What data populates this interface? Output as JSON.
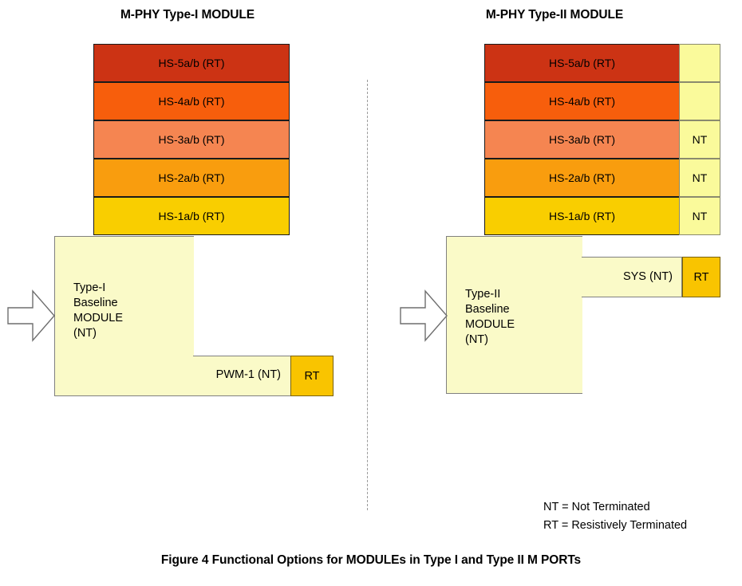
{
  "figure": {
    "caption": "Figure 4 Functional Options for MODULEs in Type I and Type II M PORTs"
  },
  "legend": {
    "nt": "NT = Not Terminated",
    "rt": "RT = Resistively Terminated"
  },
  "modules": {
    "left": {
      "title": "M-PHY Type-I MODULE",
      "baseline_label": "Type-I\nBaseline\nMODULE\n(NT)",
      "extension_label": "PWM-1 (NT)",
      "extension_terminator": "RT",
      "lanes": [
        {
          "label": "HS-5a/b (RT)",
          "color": "#CC3314",
          "side": ""
        },
        {
          "label": "HS-4a/b (RT)",
          "color": "#F75E0C",
          "side": ""
        },
        {
          "label": "HS-3a/b (RT)",
          "color": "#F58551",
          "side": ""
        },
        {
          "label": "HS-2a/b (RT)",
          "color": "#F99D0E",
          "side": ""
        },
        {
          "label": "HS-1a/b (RT)",
          "color": "#F9CE00",
          "side": ""
        }
      ]
    },
    "right": {
      "title": "M-PHY Type-II MODULE",
      "baseline_label": "Type-II\nBaseline\nMODULE\n(NT)",
      "extension_label": "SYS (NT)",
      "extension_terminator": "RT",
      "lanes": [
        {
          "label": "HS-5a/b (RT)",
          "color": "#CC3314",
          "side": ""
        },
        {
          "label": "HS-4a/b (RT)",
          "color": "#F75E0C",
          "side": ""
        },
        {
          "label": "HS-3a/b (RT)",
          "color": "#F58551",
          "side": "NT"
        },
        {
          "label": "HS-2a/b (RT)",
          "color": "#F99D0E",
          "side": "NT"
        },
        {
          "label": "HS-1a/b (RT)",
          "color": "#F9CE00",
          "side": "NT"
        }
      ]
    }
  },
  "colors": {
    "baseline_fill": "#FAFAC8",
    "side_fill": "#FAFA9B",
    "terminator_fill": "#F9C400",
    "divider": "#9a9a9a"
  }
}
